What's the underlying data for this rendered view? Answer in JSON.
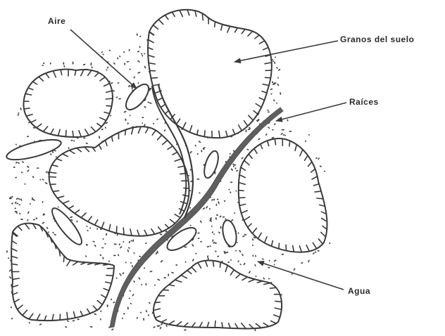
{
  "diagram": {
    "labels": {
      "aire": "Aire",
      "granos": "Granos del suelo",
      "raices": "Raíces",
      "agua": "Agua"
    },
    "colors": {
      "line": "#3a3a3a",
      "root": "#5f5f5f",
      "background": "#ffffff"
    }
  }
}
